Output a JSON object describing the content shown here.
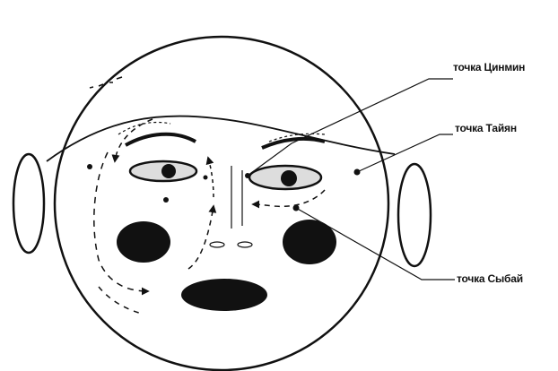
{
  "labels": {
    "qingming": "точка Цинмин",
    "taiyang": "точка Тайян",
    "sibai": "точка Сыбай"
  },
  "colors": {
    "ink": "#111111",
    "background": "#ffffff"
  }
}
